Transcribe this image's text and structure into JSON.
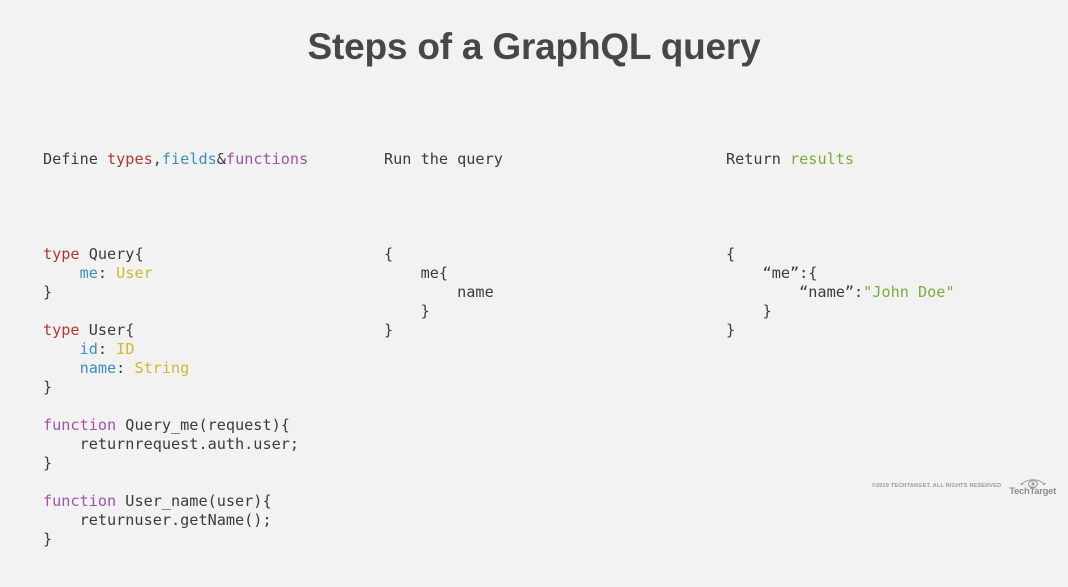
{
  "slide": {
    "title": "Steps of a GraphQL query",
    "background_color": "#f2f2f2",
    "title_color": "#474747"
  },
  "palette": {
    "plain": "#3b3b3b",
    "type_keyword": "#b2392c",
    "field_name": "#3a8fc4",
    "function_keyword": "#a452a4",
    "scalar_type": "#c9bd2b",
    "result_value": "#7aad3e"
  },
  "columns": [
    {
      "id": "define",
      "heading_parts": [
        {
          "text": "Define ",
          "token": "plain"
        },
        {
          "text": "types",
          "token": "type_keyword"
        },
        {
          "text": ",",
          "token": "plain"
        },
        {
          "text": "fields",
          "token": "field_name"
        },
        {
          "text": "&",
          "token": "plain"
        },
        {
          "text": "functions",
          "token": "function_keyword"
        }
      ],
      "lines": [
        [],
        [
          {
            "text": "type",
            "token": "type_keyword"
          },
          {
            "text": " Query{",
            "token": "plain"
          }
        ],
        [
          {
            "text": "    ",
            "token": "plain"
          },
          {
            "text": "me",
            "token": "field_name"
          },
          {
            "text": ": ",
            "token": "plain"
          },
          {
            "text": "User",
            "token": "scalar_type"
          }
        ],
        [
          {
            "text": "}",
            "token": "plain"
          }
        ],
        [],
        [
          {
            "text": "type",
            "token": "type_keyword"
          },
          {
            "text": " User{",
            "token": "plain"
          }
        ],
        [
          {
            "text": "    ",
            "token": "plain"
          },
          {
            "text": "id",
            "token": "field_name"
          },
          {
            "text": ": ",
            "token": "plain"
          },
          {
            "text": "ID",
            "token": "scalar_type"
          }
        ],
        [
          {
            "text": "    ",
            "token": "plain"
          },
          {
            "text": "name",
            "token": "field_name"
          },
          {
            "text": ": ",
            "token": "plain"
          },
          {
            "text": "String",
            "token": "scalar_type"
          }
        ],
        [
          {
            "text": "}",
            "token": "plain"
          }
        ],
        [],
        [
          {
            "text": "function",
            "token": "function_keyword"
          },
          {
            "text": " Query_me(request){",
            "token": "plain"
          }
        ],
        [
          {
            "text": "    returnrequest.auth.user;",
            "token": "plain"
          }
        ],
        [
          {
            "text": "}",
            "token": "plain"
          }
        ],
        [],
        [
          {
            "text": "function",
            "token": "function_keyword"
          },
          {
            "text": " User_name(user){",
            "token": "plain"
          }
        ],
        [
          {
            "text": "    returnuser.getName();",
            "token": "plain"
          }
        ],
        [
          {
            "text": "}",
            "token": "plain"
          }
        ]
      ]
    },
    {
      "id": "run",
      "heading_parts": [
        {
          "text": "Run the query",
          "token": "plain"
        }
      ],
      "lines": [
        [],
        [
          {
            "text": "{",
            "token": "plain"
          }
        ],
        [
          {
            "text": "    me{",
            "token": "plain"
          }
        ],
        [
          {
            "text": "        name",
            "token": "plain"
          }
        ],
        [
          {
            "text": "    }",
            "token": "plain"
          }
        ],
        [
          {
            "text": "}",
            "token": "plain"
          }
        ]
      ]
    },
    {
      "id": "return",
      "heading_parts": [
        {
          "text": "Return ",
          "token": "plain"
        },
        {
          "text": "results",
          "token": "result_value"
        }
      ],
      "lines": [
        [],
        [
          {
            "text": "{",
            "token": "plain"
          }
        ],
        [
          {
            "text": "    “me”:{",
            "token": "plain"
          }
        ],
        [
          {
            "text": "        “name”:",
            "token": "plain"
          },
          {
            "text": "\"John Doe\"",
            "token": "result_value"
          }
        ],
        [
          {
            "text": "    }",
            "token": "plain"
          }
        ],
        [
          {
            "text": "}",
            "token": "plain"
          }
        ]
      ]
    }
  ],
  "footer": {
    "copyright": "©2019 TECHTARGET. ALL RIGHTS RESERVED",
    "logo_word": "TechTarget",
    "logo_icon": "techtarget-eye-icon"
  }
}
